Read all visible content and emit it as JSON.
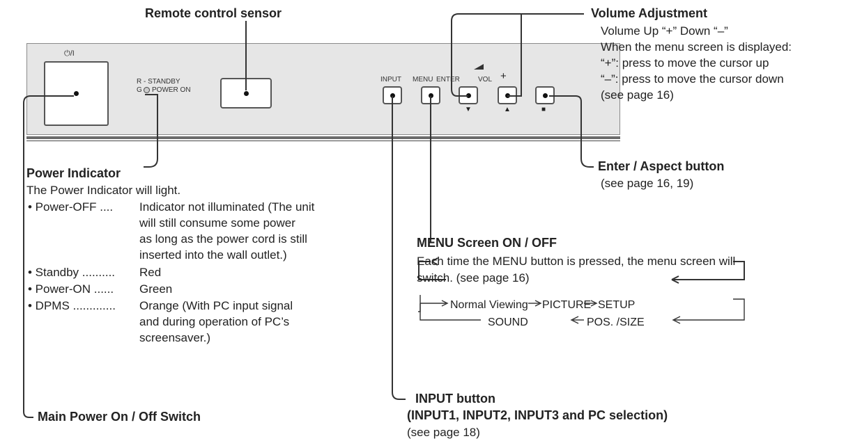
{
  "panel": {
    "power_symbol": "⏻/I",
    "led_r": "R - STANDBY",
    "led_g": "G",
    "led_g_text": "POWER ON",
    "lbl_input": "INPUT",
    "lbl_menu": "MENU",
    "lbl_enter": "ENTER",
    "lbl_vol": "VOL",
    "lbl_plus": "+",
    "sym_down": "▼",
    "sym_up": "▲",
    "sym_square": "■"
  },
  "callouts": {
    "remote_sensor": "Remote control sensor",
    "volume": {
      "title": "Volume Adjustment",
      "l1": "Volume Up “+” Down “–”",
      "l2": "When the menu screen is displayed:",
      "l3": "“+”: press to move the cursor up",
      "l4": "“–”: press to move the cursor down",
      "l5": "(see page 16)"
    },
    "power_indicator": {
      "title": "Power Indicator",
      "intro": "The Power Indicator will light.",
      "r1_label": "• Power-OFF ....",
      "r1_l1": "Indicator not illuminated (The unit",
      "r1_l2": "will still consume some power",
      "r1_l3": "as long as the power cord is still",
      "r1_l4": "inserted into the wall outlet.)",
      "r2_label": "• Standby ..........",
      "r2_val": "Red",
      "r3_label": "• Power-ON ......",
      "r3_val": "Green",
      "r4_label": "• DPMS .............",
      "r4_l1": "Orange (With PC input signal",
      "r4_l2": "and during operation of PC’s",
      "r4_l3": "screensaver.)"
    },
    "enter_aspect": {
      "title": "Enter / Aspect button",
      "sub": "(see page 16, 19)"
    },
    "menu_screen": {
      "title": "MENU Screen ON / OFF",
      "l1": "Each time the MENU button is pressed, the menu screen will",
      "l2": "switch. (see page 16)",
      "flow_normal": "Normal Viewing",
      "flow_picture": "PICTURE",
      "flow_setup": "SETUP",
      "flow_sound": "SOUND",
      "flow_pos": "POS. /SIZE"
    },
    "input_button": {
      "title": "INPUT button",
      "sub": "(INPUT1, INPUT2, INPUT3 and PC selection)",
      "page": "(see page 18)"
    },
    "main_power": "Main Power On / Off Switch"
  }
}
